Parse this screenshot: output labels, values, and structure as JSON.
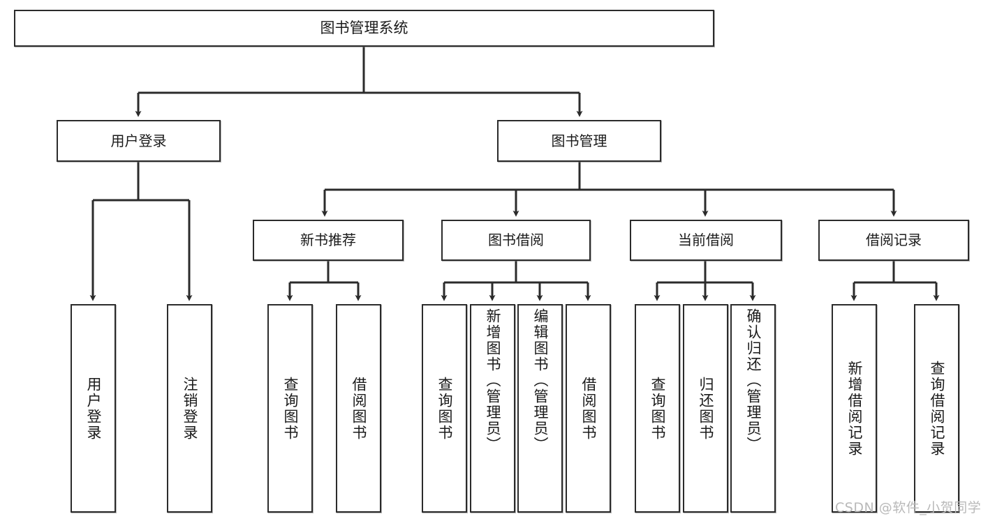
{
  "diagram": {
    "title": "图书管理系统",
    "type": "hierarchy-tree",
    "watermark": "CSDN @软件_小贺同学",
    "colors": {
      "box_border": "#2b2b2b",
      "box_fill": "#ffffff",
      "connector": "#2b2b2b",
      "text": "#1a1a1a",
      "watermark": "#b9b9b9",
      "background": "#ffffff"
    },
    "levels": {
      "root": [
        "图书管理系统"
      ],
      "level2": [
        "用户登录",
        "图书管理"
      ],
      "level3": [
        "新书推荐",
        "图书借阅",
        "当前借阅",
        "借阅记录"
      ],
      "level4": [
        "用户登录",
        "注销登录",
        "查询图书",
        "借阅图书",
        "查询图书",
        "新增图书（管理员）",
        "编辑图书（管理员）",
        "借阅图书",
        "查询图书",
        "归还图书",
        "确认归还（管理员）",
        "新增借阅记录",
        "查询借阅记录"
      ]
    }
  },
  "nodes": {
    "root": {
      "label": "图书管理系统"
    },
    "user_login": {
      "label": "用户登录"
    },
    "book_manage": {
      "label": "图书管理"
    },
    "new_book_rec": {
      "label": "新书推荐"
    },
    "book_borrow": {
      "label": "图书借阅"
    },
    "current_borrow": {
      "label": "当前借阅"
    },
    "borrow_record": {
      "label": "借阅记录"
    },
    "leaf_user_login": {
      "label": "用户登录"
    },
    "leaf_logout": {
      "label": "注销登录"
    },
    "leaf_query_book_a": {
      "label": "查询图书"
    },
    "leaf_borrow_book_a": {
      "label": "借阅图书"
    },
    "leaf_query_book_b": {
      "label": "查询图书"
    },
    "leaf_add_book": {
      "label": "新增图书（管理员）"
    },
    "leaf_edit_book": {
      "label": "编辑图书（管理员）"
    },
    "leaf_borrow_book_b": {
      "label": "借阅图书"
    },
    "leaf_query_book_c": {
      "label": "查询图书"
    },
    "leaf_return_book": {
      "label": "归还图书"
    },
    "leaf_confirm_return": {
      "label": "确认归还（管理员）"
    },
    "leaf_add_record": {
      "label": "新增借阅记录"
    },
    "leaf_query_record": {
      "label": "查询借阅记录"
    }
  },
  "watermark": {
    "text": "CSDN @软件_小贺同学"
  }
}
